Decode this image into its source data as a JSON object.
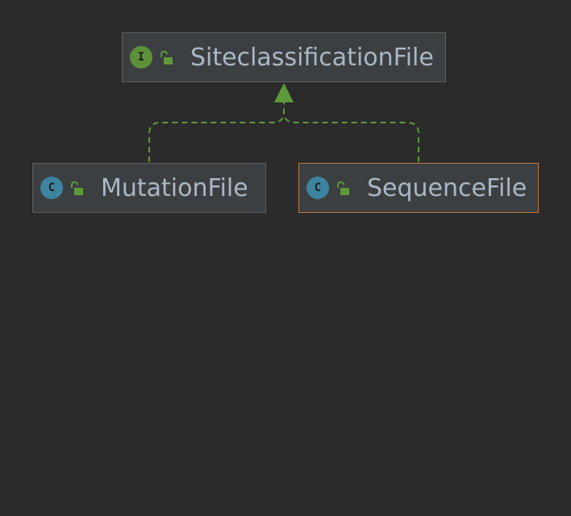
{
  "diagram": {
    "nodes": [
      {
        "id": "siteclassification-file",
        "kind": "interface",
        "kind_glyph": "I",
        "name": "SiteclassificationFile",
        "visibility": "public"
      },
      {
        "id": "mutation-file",
        "kind": "class",
        "kind_glyph": "C",
        "name": "MutationFile",
        "visibility": "public"
      },
      {
        "id": "sequence-file",
        "kind": "class",
        "kind_glyph": "C",
        "name": "SequenceFile",
        "visibility": "public",
        "selected": true
      }
    ],
    "edges": [
      {
        "from": "mutation-file",
        "to": "siteclassification-file",
        "relation": "implements"
      },
      {
        "from": "sequence-file",
        "to": "siteclassification-file",
        "relation": "implements"
      }
    ]
  },
  "colors": {
    "background": "#2b2b2b",
    "node_fill": "#3c3f41",
    "node_border": "#5e6060",
    "selected_border": "#c1783d",
    "text": "#a9b7c6",
    "interface_icon": "#5e8f3a",
    "class_icon": "#3d84a0",
    "lock_icon": "#5e9a3a",
    "edge": "#5e9a3a"
  }
}
